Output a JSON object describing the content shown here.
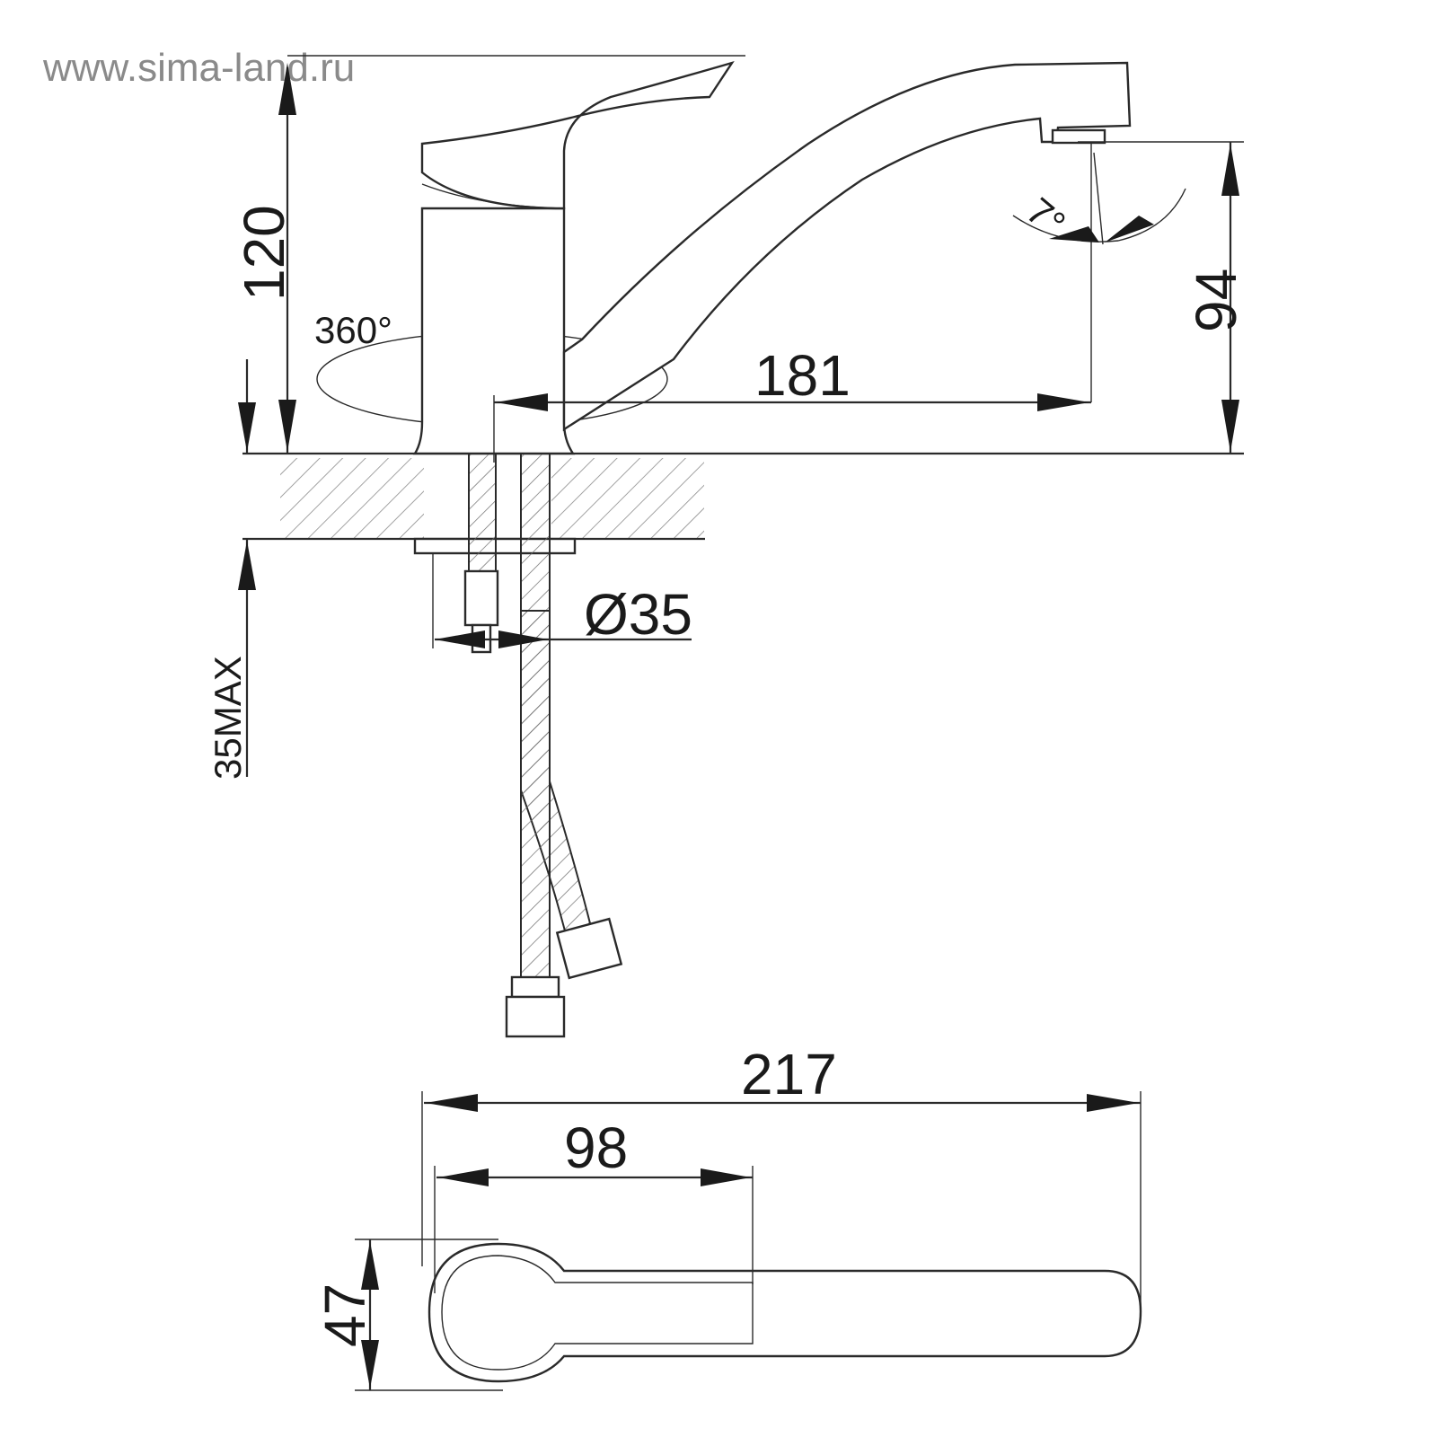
{
  "watermark": "www.sima-land.ru",
  "labels": {
    "height_total": "120",
    "spout_height": "94",
    "spout_reach": "181",
    "rotation": "360°",
    "spout_angle": "7°",
    "counter_thickness": "35MAX",
    "hole_diameter": "Ø35",
    "total_length": "217",
    "handle_length": "98",
    "base_width": "47"
  }
}
